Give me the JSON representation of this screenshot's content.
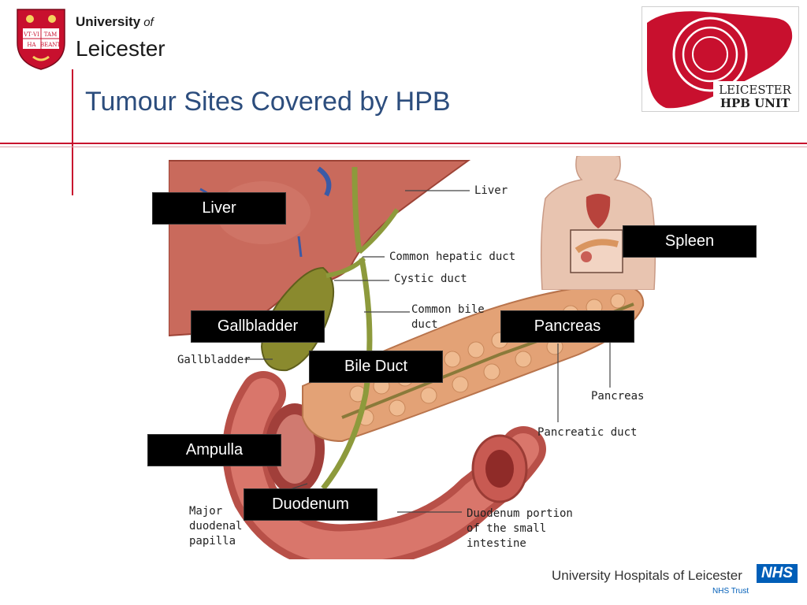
{
  "header": {
    "university_line1": "University",
    "university_of": "of",
    "university_line2": "Leicester",
    "title": "Tumour Sites Covered by HPB",
    "hpb_logo_line1": "LEICESTER",
    "hpb_logo_line2": "HPB UNIT",
    "shield_motto": [
      "VT·VI",
      "TAM",
      "HA",
      "BEANT"
    ]
  },
  "labels": {
    "liver": "Liver",
    "spleen": "Spleen",
    "gallbladder": "Gallbladder",
    "pancreas": "Pancreas",
    "bile_duct": "Bile Duct",
    "ampulla": "Ampulla",
    "duodenum": "Duodenum"
  },
  "figure_annotations": {
    "liver": "Liver",
    "common_hepatic_duct": "Common hepatic duct",
    "cystic_duct": "Cystic duct",
    "common_bile_duct_1": "Common bile",
    "common_bile_duct_2": "duct",
    "gallbladder": "Gallbladder",
    "pancreas": "Pancreas",
    "pancreatic_duct": "Pancreatic duct",
    "major_papilla_1": "Major",
    "major_papilla_2": "duodenal",
    "major_papilla_3": "papilla",
    "duodenum_portion_1": "Duodenum portion",
    "duodenum_portion_2": "of the small",
    "duodenum_portion_3": "intestine"
  },
  "footer": {
    "hospital": "University Hospitals of Leicester",
    "nhs": "NHS",
    "trust": "NHS Trust"
  },
  "colors": {
    "accent_red": "#c8102e",
    "title_blue": "#2c4d7d",
    "nhs_blue": "#005eb8"
  }
}
